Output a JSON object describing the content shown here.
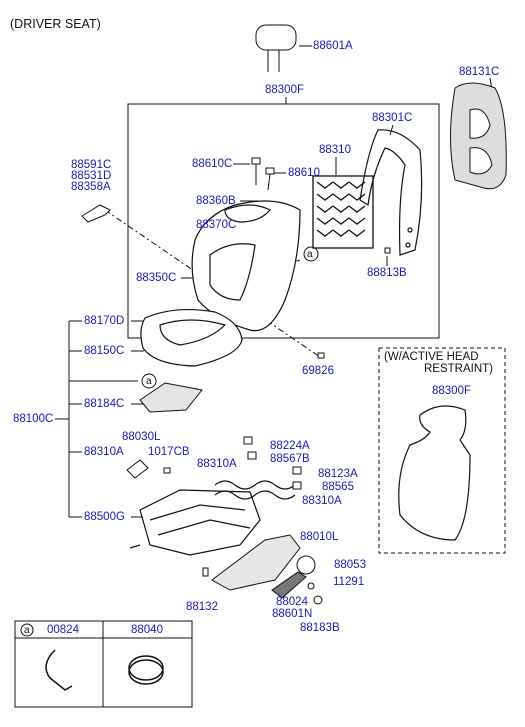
{
  "header": "(DRIVER SEAT)",
  "labels": {
    "p88601A": "88601A",
    "p88300F": "88300F",
    "p88131C": "88131C",
    "p88301C": "88301C",
    "p88610C": "88610C",
    "p88310": "88310",
    "p88610": "88610",
    "p88591C": "88591C",
    "p88531D": "88531D",
    "p88358A": "88358A",
    "p88360B": "88360B",
    "p88370C": "88370C",
    "p88350C": "88350C",
    "p88813B": "88813B",
    "p88170D": "88170D",
    "p88150C": "88150C",
    "p69826": "69826",
    "p88184C": "88184C",
    "p88100C": "88100C",
    "p88030L": "88030L",
    "p88310A_l": "88310A",
    "p1017CB": "1017CB",
    "p88224A": "88224A",
    "p88567B": "88567B",
    "p88310A_m": "88310A",
    "p88123A": "88123A",
    "p88565": "88565",
    "p88310A_r": "88310A",
    "p88500G": "88500G",
    "p88010L": "88010L",
    "p88053": "88053",
    "p11291": "11291",
    "p88024": "88024",
    "p88601N": "88601N",
    "p88132": "88132",
    "p88183B": "88183B",
    "p88300F_b": "88300F"
  },
  "active_box": {
    "title_line1": "(W/ACTIVE HEAD",
    "title_line2": "RESTRAINT)"
  },
  "legend": {
    "circle_letter": "a",
    "part1": "00824",
    "part2": "88040"
  },
  "callout_letter": "a"
}
